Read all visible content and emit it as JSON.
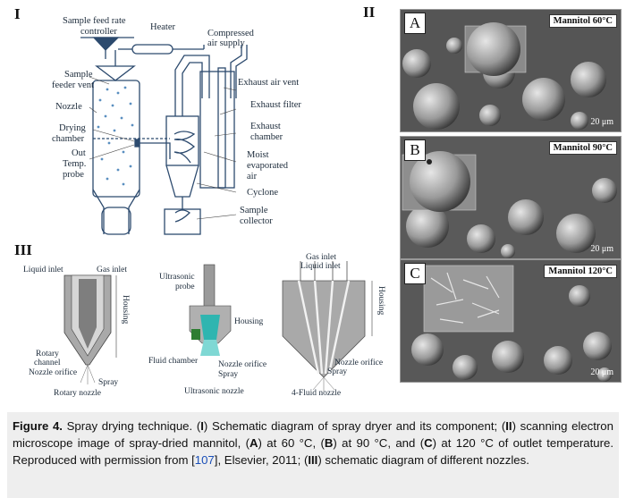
{
  "panels": {
    "one": "I",
    "two": "II",
    "three": "III"
  },
  "dryer_labels": {
    "feed_rate_1": "Sample feed rate",
    "feed_rate_2": "controller",
    "heater": "Heater",
    "compressed_1": "Compressed",
    "compressed_2": "air supply",
    "feeder_vent_1": "Sample",
    "feeder_vent_2": "feeder vent",
    "nozzle": "Nozzle",
    "drying_1": "Drying",
    "drying_2": "chamber",
    "probe_1": "Out",
    "probe_2": "Temp.",
    "probe_3": "probe",
    "exhaust_vent": "Exhaust air vent",
    "exhaust_filter": "Exhaust filter",
    "exhaust_chamber_1": "Exhaust",
    "exhaust_chamber_2": "chamber",
    "moist_1": "Moist",
    "moist_2": "evaporated",
    "moist_3": "air",
    "cyclone": "Cyclone",
    "collector_1": "Sample",
    "collector_2": "collector"
  },
  "nozzle_labels": {
    "liquid_inlet": "Liquid inlet",
    "gas_inlet": "Gas inlet",
    "housing": "Housing",
    "rotary_1": "Rotary",
    "rotary_2": "channel",
    "nozzle_orifice": "Nozzle orifice",
    "spray": "Spray",
    "rotary_nozzle": "Rotary nozzle",
    "ultrasonic_1": "Ultrasonic",
    "ultrasonic_2": "probe",
    "fluid_chamber": "Fluid chamber",
    "ultrasonic_nozzle": "Ultrasonic nozzle",
    "fourfluid_gas": "Gas inlet",
    "fourfluid_liquid": "Liquid inlet",
    "fourfluid_nozzle": "4-Fluid nozzle"
  },
  "sem_images": [
    {
      "letter": "A",
      "title": "Mannitol 60°C",
      "scale": "20 μm"
    },
    {
      "letter": "B",
      "title": "Mannitol 90°C",
      "scale": "20 μm"
    },
    {
      "letter": "C",
      "title": "Mannitol 120°C",
      "scale": "20 μm"
    }
  ],
  "caption": {
    "figure_label": "Figure 4.",
    "intro": " Spray drying technique. (",
    "i": "I",
    "t1": ") Schematic diagram of spray dryer and its component; (",
    "ii": "II",
    "t2": ") scanning electron microscope image of spray-dried mannitol, (",
    "a": "A",
    "t3": ") at 60 °C, (",
    "b": "B",
    "t4": ") at 90 °C, and (",
    "c": "C",
    "t5": ") at 120 °C of outlet temperature. Reproduced with permission from [",
    "ref": "107",
    "t6": "], Elsevier, 2011; (",
    "iii": "III",
    "t7": ") schematic diagram of different nozzles."
  },
  "colors": {
    "line": "#2c4a6e",
    "dots": "#5a8fc0",
    "nozzle_gray": "#a9a9a9",
    "teal": "#2fb5b0",
    "ref_link": "#1a4fb8",
    "caption_bg": "#eeeeee"
  }
}
